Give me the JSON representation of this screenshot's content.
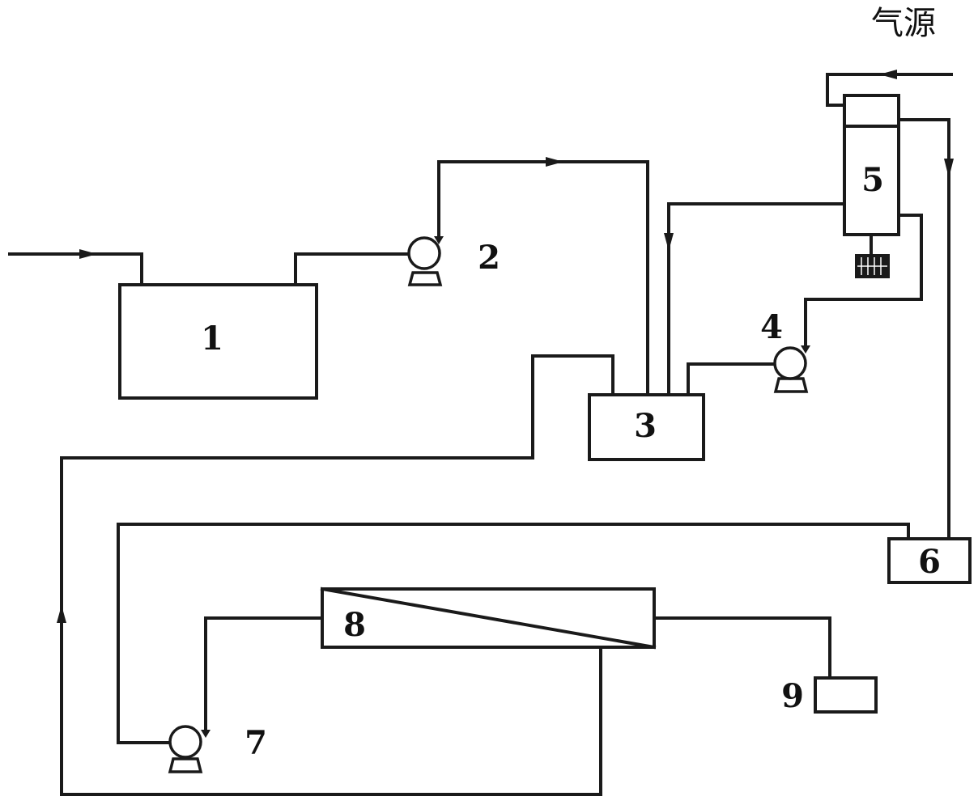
{
  "gas_source_label": "气源",
  "labels": {
    "tank_1": "1",
    "pump_2": "2",
    "tank_3": "3",
    "pump_4": "4",
    "column_5": "5",
    "tank_6": "6",
    "pump_7": "7",
    "membrane_8": "8",
    "tank_9": "9"
  },
  "colors": {
    "line": "#1a1a1a",
    "background": "#ffffff"
  }
}
